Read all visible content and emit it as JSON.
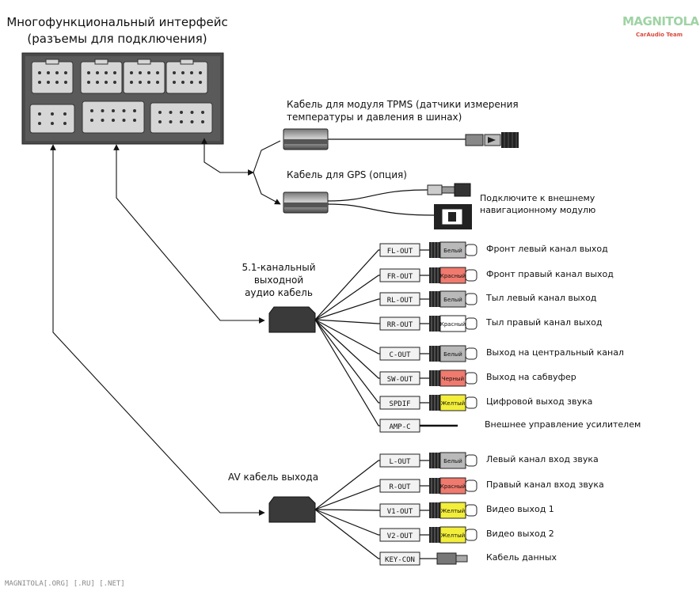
{
  "title_line1": "Многофункциональный интерфейс",
  "title_line2": "(разъемы для подключения)",
  "logo": {
    "main": "MAGNITOLA",
    "sub": "CarAudio Team",
    "colors": {
      "main": "#9fd3a4",
      "sub": "#d94a3c"
    }
  },
  "footer": "MAGNITOLA[.ORG] [.RU] [.NET]",
  "tpms": {
    "line1": "Кабель для модуля TPMS (датчики измерения",
    "line2": "температуры и давления в шинах)"
  },
  "gps": {
    "label": "Кабель для GPS (опция)",
    "note_line1": "Подключите к внешнему",
    "note_line2": "навигационному модулю"
  },
  "audio51": {
    "label_lines": [
      "5.1-канальный",
      "выходной",
      "аудио кабель"
    ],
    "outputs": [
      {
        "tag": "FL-OUT",
        "color_name": "Белый",
        "fill": "#b9b9b9",
        "desc": "Фронт левый канал выход"
      },
      {
        "tag": "FR-OUT",
        "color_name": "Красный",
        "fill": "#f07a6e",
        "desc": "Фронт правый канал выход"
      },
      {
        "tag": "RL-OUT",
        "color_name": "Белый",
        "fill": "#b9b9b9",
        "desc": "Тыл левый канал выход"
      },
      {
        "tag": "RR-OUT",
        "color_name": "Красный",
        "fill": "#ffffff",
        "desc": "Тыл правый канал выход"
      },
      {
        "tag": "C-OUT",
        "color_name": "Белый",
        "fill": "#b9b9b9",
        "desc": "Выход на центральный канал"
      },
      {
        "tag": "SW-OUT",
        "color_name": "Черный",
        "fill": "#f07a6e",
        "desc": "Выход на сабвуфер"
      },
      {
        "tag": "SPDIF",
        "color_name": "Желтый",
        "fill": "#f3ee3a",
        "desc": "Цифровой выход звука"
      },
      {
        "tag": "AMP-C",
        "color_name": "",
        "fill": "",
        "desc": "Внешнее управление усилителем"
      }
    ]
  },
  "av": {
    "label": "AV кабель выхода",
    "outputs": [
      {
        "tag": "L-OUT",
        "color_name": "Белый",
        "fill": "#b9b9b9",
        "desc": "Левый канал вход звука"
      },
      {
        "tag": "R-OUT",
        "color_name": "Красный",
        "fill": "#f07a6e",
        "desc": "Правый канал вход звука"
      },
      {
        "tag": "V1-OUT",
        "color_name": "Желтый",
        "fill": "#f3ee3a",
        "desc": "Видео выход 1"
      },
      {
        "tag": "V2-OUT",
        "color_name": "Желтый",
        "fill": "#f3ee3a",
        "desc": "Видео выход 2"
      },
      {
        "tag": "KEY-CON",
        "color_name": "",
        "fill": "",
        "desc": "Кабель данных"
      }
    ]
  }
}
